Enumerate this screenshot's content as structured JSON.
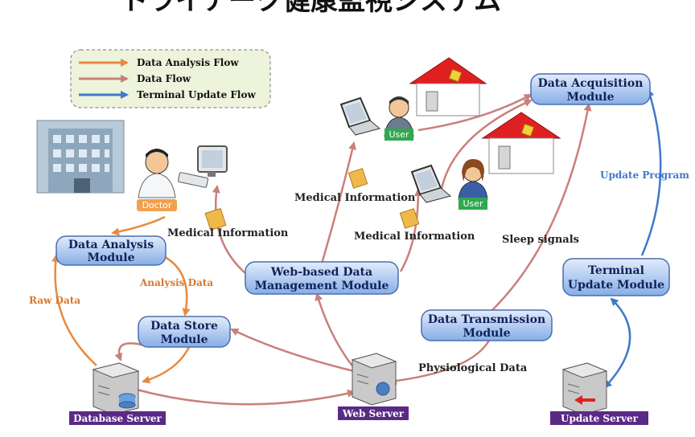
{
  "title": "トライアーク健康監視システム",
  "legend": {
    "items": [
      {
        "label": "Data Analysis Flow",
        "color": "#e8893e"
      },
      {
        "label": "Data Flow",
        "color": "#c9807a"
      },
      {
        "label": "Terminal Update Flow",
        "color": "#3f79c9"
      }
    ]
  },
  "modules": {
    "data_acquisition": [
      "Data Acquisition",
      "Module"
    ],
    "data_analysis": [
      "Data Analysis",
      "Module"
    ],
    "web_based": [
      "Web-based Data",
      "Management Module"
    ],
    "data_store": [
      "Data Store",
      "Module"
    ],
    "data_transmission": [
      "Data Transmission",
      "Module"
    ],
    "terminal_update": [
      "Terminal",
      "Update Module"
    ]
  },
  "servers": {
    "database": "Database Server",
    "web": "Web Server",
    "update": "Update Server"
  },
  "actors": {
    "doctor": "Doctor",
    "user1": "User",
    "user2": "User"
  },
  "labels": {
    "medical_info_left": "Medical Information",
    "medical_info_top": "Medical Information",
    "medical_info_mid": "Medical Information",
    "analysis_data": "Analysis Data",
    "raw_data": "Raw Data",
    "sleep_signals": "Sleep signals",
    "update_program": "Update Program",
    "physiological_data": "Physiological Data"
  },
  "colors": {
    "module_fill": "#a9c6ef",
    "module_stroke": "#4a6fb0",
    "server_label_bg": "#5a2a86",
    "doctor_tag": "#f0a050",
    "user_tag": "#2fa84f",
    "house_roof": "#e02020"
  }
}
